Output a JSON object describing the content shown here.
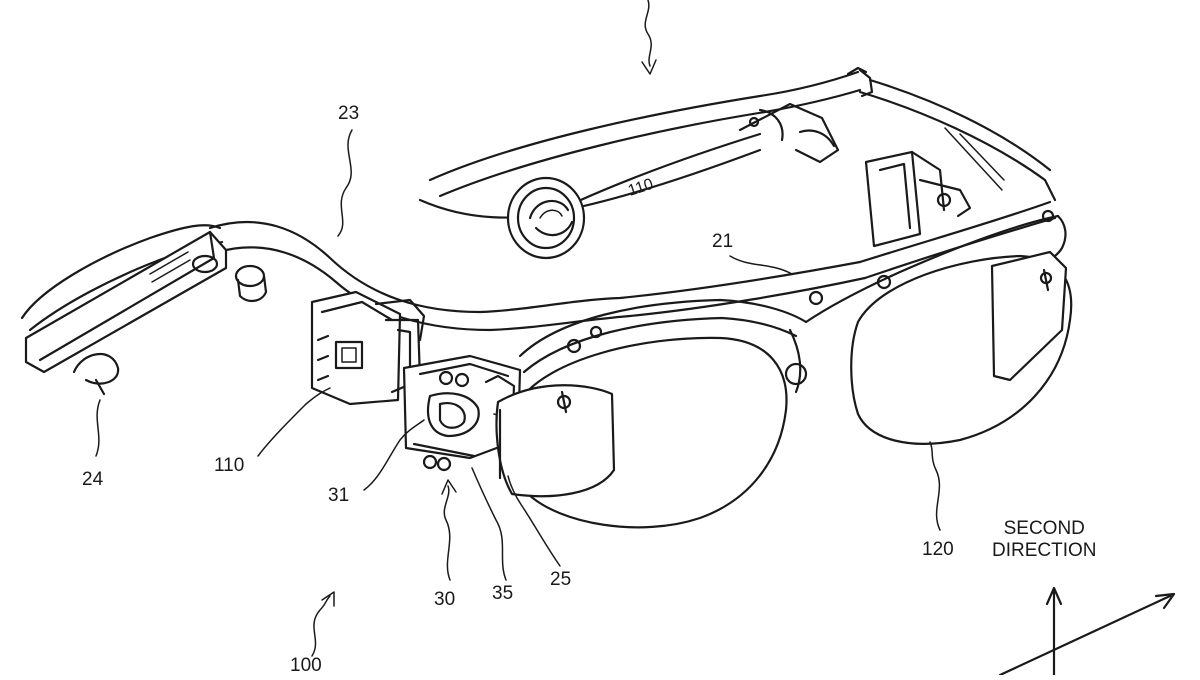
{
  "figure": {
    "reference_labels": {
      "device": "100",
      "frame_front": "21",
      "temple": "23",
      "temple_tip": "24",
      "hinge": "25",
      "camera_module": "30",
      "camera_mount": "31",
      "connector": "35",
      "display_unit": "110",
      "lens": "120"
    },
    "axis_label": {
      "line1": "SECOND",
      "line2": "DIRECTION"
    },
    "inline_marking": "110"
  }
}
